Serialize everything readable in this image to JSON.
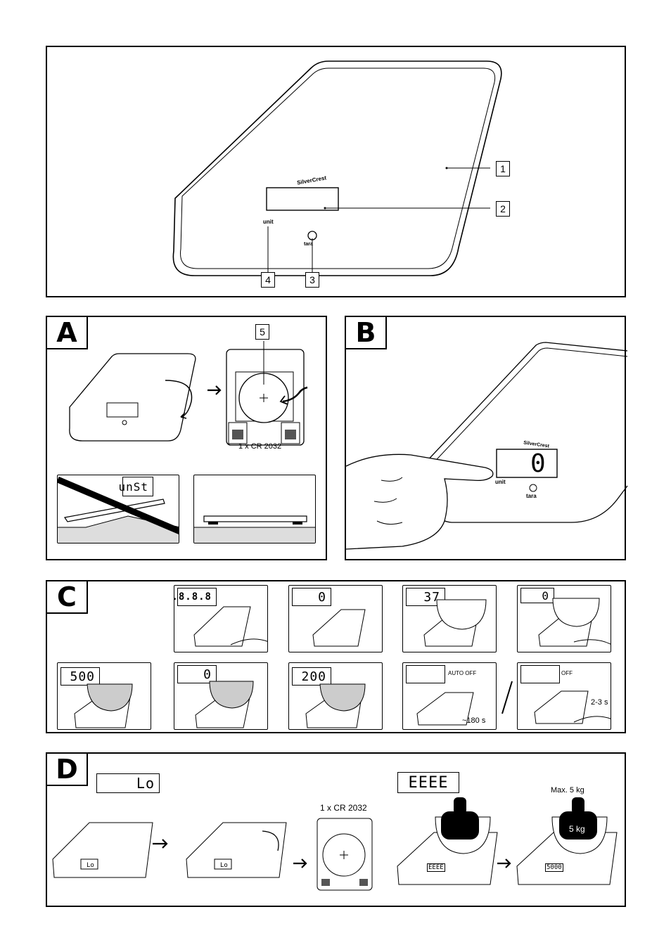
{
  "brand": "SilverCrest",
  "overview": {
    "callouts": [
      "1",
      "2",
      "3",
      "4"
    ],
    "button_unit": "unit",
    "button_tara": "tara"
  },
  "panel_a": {
    "tag": "A",
    "callout": "5",
    "battery": "1 x CR 2032",
    "unstable_display": "unSt"
  },
  "panel_b": {
    "tag": "B",
    "display": "0",
    "button_unit": "unit",
    "button_tara": "tara"
  },
  "panel_c": {
    "tag": "C",
    "displays": [
      "8.8.8.8",
      "0",
      "37",
      "0",
      "500",
      "0",
      "200"
    ],
    "auto_off": "AUTO OFF",
    "off": "OFF",
    "time_auto": "~180 s",
    "time_off": "2-3 s"
  },
  "panel_d": {
    "tag": "D",
    "low_display": "Lo",
    "battery": "1 x CR 2032",
    "overload_display": "EEEE",
    "max_label": "Max. 5 kg",
    "weight_label": "5 kg",
    "small_lo": "Lo",
    "small_eeee": "EEEE",
    "small_5000": "5000"
  }
}
